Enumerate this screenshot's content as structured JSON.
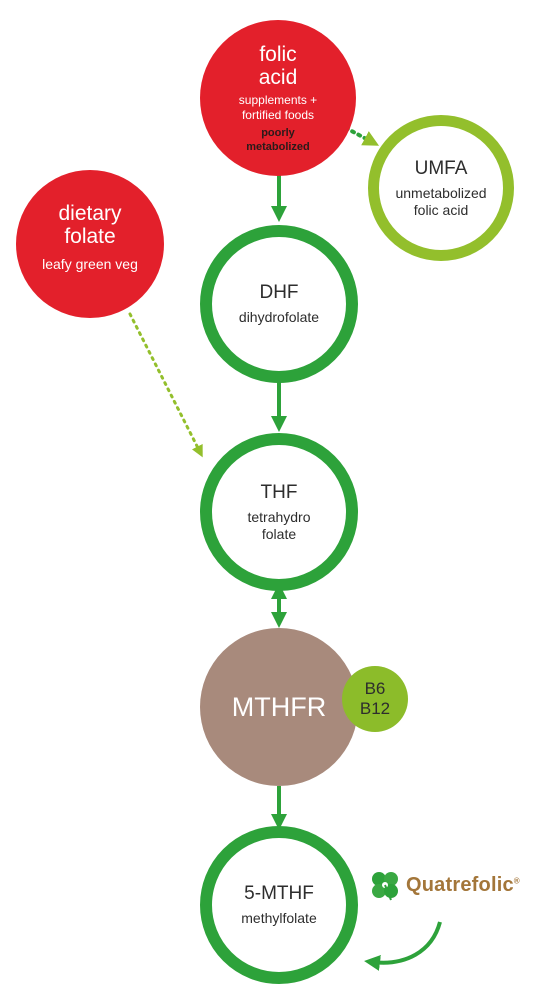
{
  "nodes": {
    "folic_acid": {
      "title_line1": "folic",
      "title_line2": "acid",
      "sub_line1": "supplements +",
      "sub_line2": "fortified foods",
      "note_line1": "poorly",
      "note_line2": "metabolized"
    },
    "umfa": {
      "title": "UMFA",
      "sub_line1": "unmetabolized",
      "sub_line2": "folic acid"
    },
    "dietary_folate": {
      "title_line1": "dietary",
      "title_line2": "folate",
      "sub": "leafy green veg"
    },
    "dhf": {
      "title": "DHF",
      "sub": "dihydrofolate"
    },
    "thf": {
      "title": "THF",
      "sub_line1": "tetrahydro",
      "sub_line2": "folate"
    },
    "mthfr": {
      "title": "MTHFR"
    },
    "cofactor": {
      "line1": "B6",
      "line2": "B12"
    },
    "five_mthf": {
      "title": "5-MTHF",
      "sub": "methylfolate"
    }
  },
  "logo": {
    "text": "Quatrefolic",
    "mark": "®"
  },
  "colors": {
    "red": "#e3202b",
    "green": "#2da23a",
    "lime": "#93bf2c",
    "brown": "#a88a7c",
    "light_green": "#8cbc2a",
    "logo_gold": "#a3763a"
  }
}
